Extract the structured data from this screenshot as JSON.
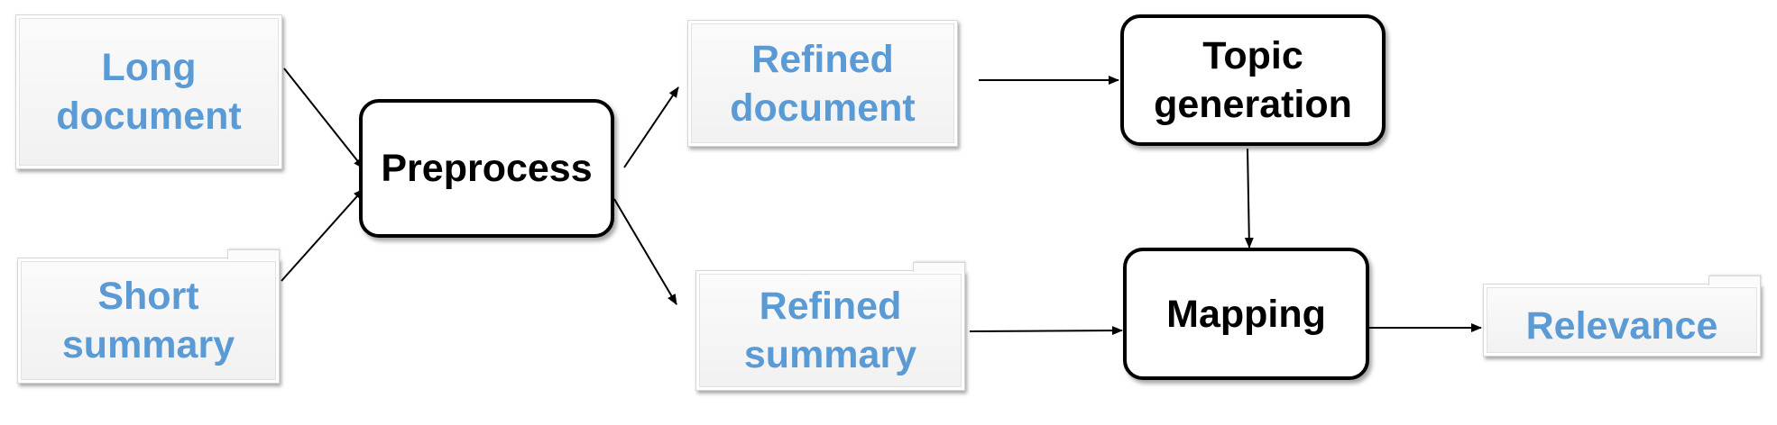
{
  "nodes": {
    "long_document": "Long\ndocument",
    "short_summary": "Short\nsummary",
    "preprocess": "Preprocess",
    "refined_document": "Refined\ndocument",
    "refined_summary": "Refined\nsummary",
    "topic_generation": "Topic\ngeneration",
    "mapping": "Mapping",
    "relevance": "Relevance"
  },
  "edges": [
    {
      "from": "long_document",
      "to": "preprocess"
    },
    {
      "from": "short_summary",
      "to": "preprocess"
    },
    {
      "from": "preprocess",
      "to": "refined_document"
    },
    {
      "from": "preprocess",
      "to": "refined_summary"
    },
    {
      "from": "refined_document",
      "to": "topic_generation"
    },
    {
      "from": "topic_generation",
      "to": "mapping"
    },
    {
      "from": "refined_summary",
      "to": "mapping"
    },
    {
      "from": "mapping",
      "to": "relevance"
    }
  ],
  "colors": {
    "data_text": "#5b9bd5",
    "process_text": "#000000",
    "process_border": "#000000"
  }
}
